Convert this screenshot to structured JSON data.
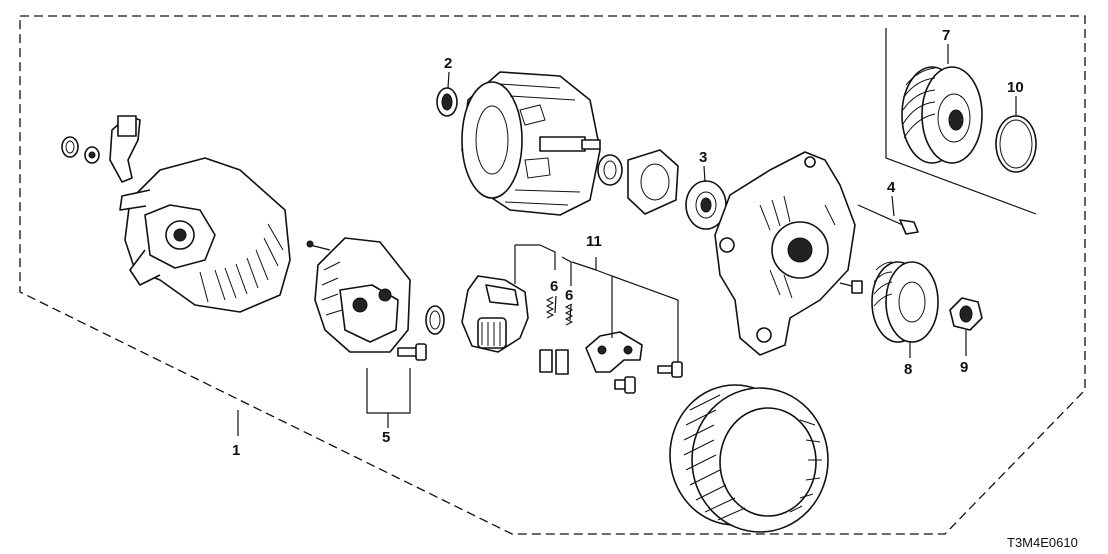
{
  "diagram": {
    "callouts": [
      {
        "id": "1",
        "text": "1"
      },
      {
        "id": "2",
        "text": "2"
      },
      {
        "id": "3",
        "text": "3"
      },
      {
        "id": "4",
        "text": "4"
      },
      {
        "id": "5",
        "text": "5"
      },
      {
        "id": "6a",
        "text": "6"
      },
      {
        "id": "6b",
        "text": "6"
      },
      {
        "id": "7",
        "text": "7"
      },
      {
        "id": "8",
        "text": "8"
      },
      {
        "id": "9",
        "text": "9"
      },
      {
        "id": "10",
        "text": "10"
      },
      {
        "id": "11",
        "text": "11"
      }
    ],
    "diagram_code": "T3M4E0610"
  }
}
